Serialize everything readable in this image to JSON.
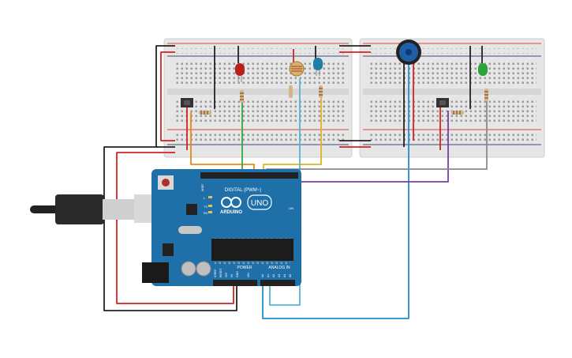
{
  "canvas": {
    "background": "#ffffff"
  },
  "arduino": {
    "board_name": "ARDUINO",
    "model": "UNO",
    "digital_label": "DIGITAL (PWM~)",
    "power_label": "POWER",
    "analog_label": "ANALOG IN",
    "aref_label": "AREF",
    "gnd_label": "GND",
    "led_l_label": "L",
    "tx_label": "TX",
    "rx_label": "RX",
    "on_label": "ON",
    "ioref_label": "IOREF",
    "reset_label": "RESET",
    "v33_label": "3V3",
    "v5_label": "5V",
    "vin_label": "VIN",
    "a0_label": "A0",
    "a1_label": "A1",
    "a2_label": "A2",
    "a3_label": "A3",
    "a4_label": "A4",
    "a5_label": "A5",
    "color": "#1f6fa8"
  },
  "breadboards": [
    {
      "name": "left",
      "color": "#e6e6e6"
    },
    {
      "name": "right",
      "color": "#e6e6e6"
    }
  ],
  "components": {
    "led_red": {
      "color": "#b5221c"
    },
    "led_blue": {
      "color": "#1d7fa6"
    },
    "led_green": {
      "color": "#2ba336"
    },
    "photoresistor": {
      "color": "#d9b36b"
    },
    "potentiometer": {
      "color": "#1e5fa8"
    }
  },
  "wire_colors": {
    "red": "#d42222",
    "black": "#222222",
    "green": "#2fa83a",
    "yellow": "#e3b21b",
    "orange": "#e8891a",
    "purple": "#7a3ea8",
    "gray": "#8a8a8a",
    "cyan": "#55b4d4",
    "blue": "#1f8fd0"
  }
}
